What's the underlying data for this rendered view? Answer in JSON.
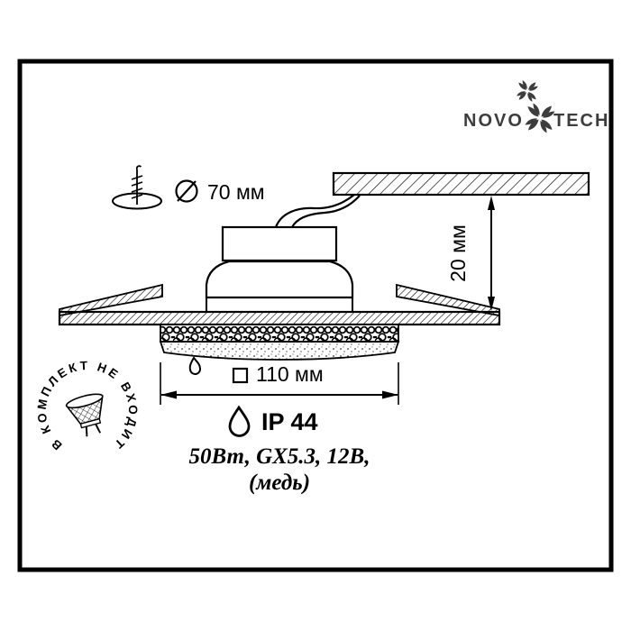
{
  "logo": {
    "novo": "NOVO",
    "tech": "TECH"
  },
  "drawing": {
    "hole_diameter_label": "70 мм",
    "recess_depth_label": "20 мм",
    "cutout_width_label": "110 мм"
  },
  "specs": {
    "ip_label": "IP 44",
    "electrical": "50Вт, GX5.3, 12В,",
    "material": "(медь)"
  },
  "badge": {
    "text": "В КОМПЛЕКТ НЕ ВХОДИТ"
  },
  "icons": {
    "screw_into_hole": "screw-into-hole-icon",
    "diameter_symbol": "⌀",
    "square_symbol": "□",
    "water_drop": "water-drop-icon",
    "halogen_lamp": "halogen-lamp-icon",
    "logo_pinwheel": "pinwheel-icon"
  },
  "colors": {
    "ink": "#000000",
    "logo_gray": "#3d3d3d",
    "background": "#ffffff"
  }
}
